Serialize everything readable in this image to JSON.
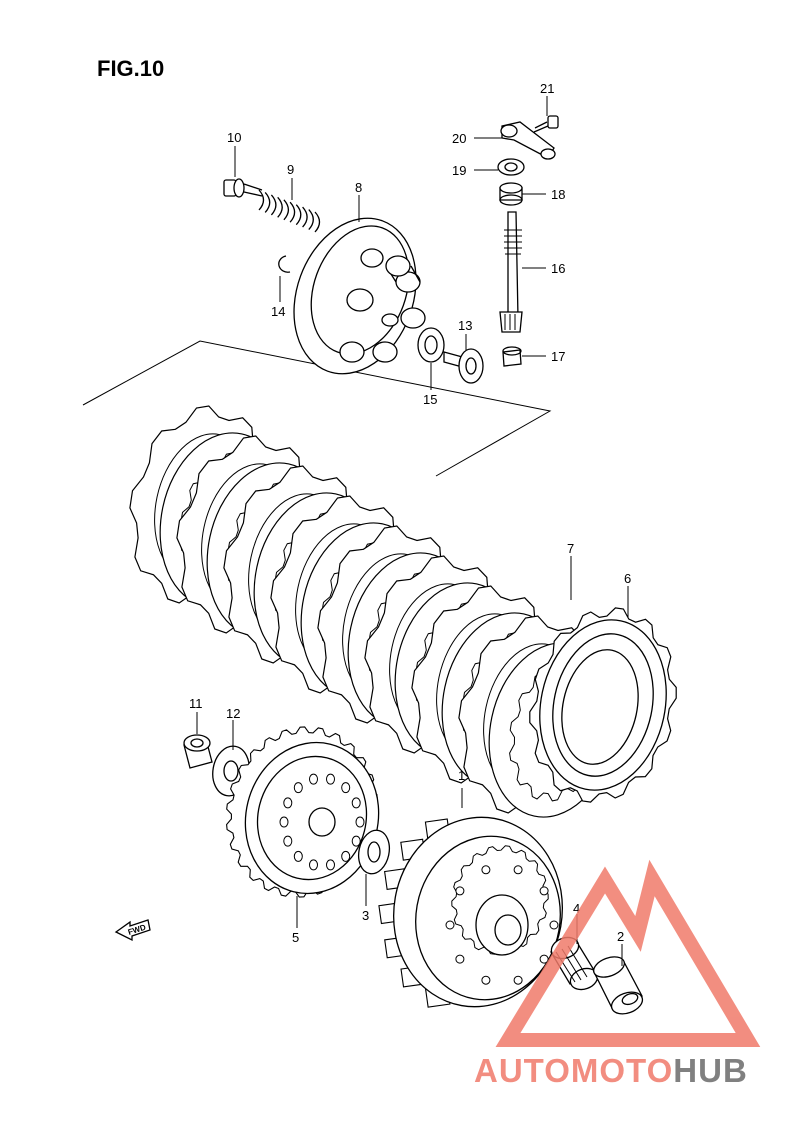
{
  "figure": {
    "title": "FIG.10"
  },
  "callouts": [
    {
      "id": "1",
      "label": "1"
    },
    {
      "id": "2",
      "label": "2"
    },
    {
      "id": "3",
      "label": "3"
    },
    {
      "id": "4",
      "label": "4"
    },
    {
      "id": "5",
      "label": "5"
    },
    {
      "id": "6",
      "label": "6"
    },
    {
      "id": "7",
      "label": "7"
    },
    {
      "id": "8",
      "label": "8"
    },
    {
      "id": "9",
      "label": "9"
    },
    {
      "id": "10",
      "label": "10"
    },
    {
      "id": "11",
      "label": "11"
    },
    {
      "id": "12",
      "label": "12"
    },
    {
      "id": "13",
      "label": "13"
    },
    {
      "id": "14",
      "label": "14"
    },
    {
      "id": "15",
      "label": "15"
    },
    {
      "id": "16",
      "label": "16"
    },
    {
      "id": "17",
      "label": "17"
    },
    {
      "id": "18",
      "label": "18"
    },
    {
      "id": "19",
      "label": "19"
    },
    {
      "id": "20",
      "label": "20"
    },
    {
      "id": "21",
      "label": "21"
    }
  ],
  "fwd_marker": {
    "label": "FWD"
  },
  "watermark": {
    "part1": "AUTOMOTO",
    "part2": "HUB",
    "color_primary": "#f07a6a",
    "color_secondary": "#6b6b6b",
    "logo_icon": "warning-triangle-icon"
  }
}
